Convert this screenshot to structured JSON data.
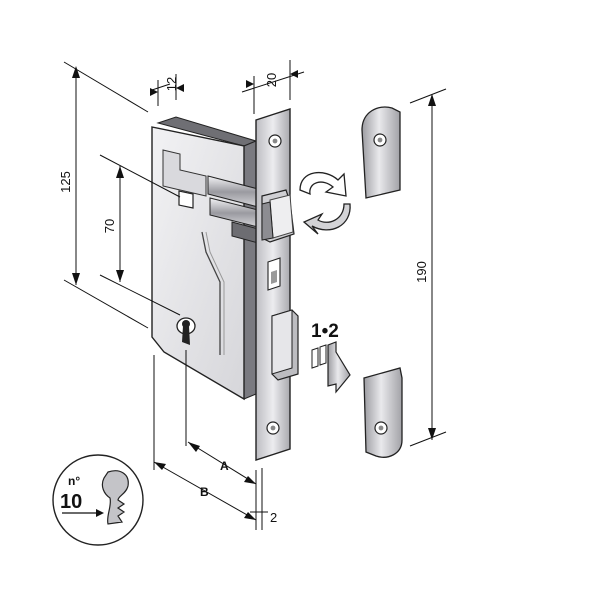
{
  "dimensions": {
    "width_top_left": "12",
    "width_top_right": "20",
    "height_total_left": "125",
    "height_inner": "70",
    "height_right": "190",
    "label_a": "A",
    "label_b": "B",
    "label_small": "2"
  },
  "bolt_arrow_label": "1•2",
  "badge": {
    "prefix": "n°",
    "number": "10"
  },
  "colors": {
    "metal_light": "#e8e8ea",
    "metal_mid": "#c9c9cc",
    "metal_dark": "#8d8d92",
    "outline": "#222222",
    "arrow_fill": "#cfcfd2"
  }
}
